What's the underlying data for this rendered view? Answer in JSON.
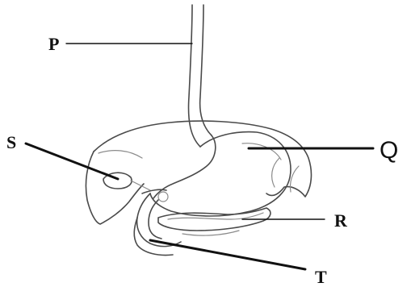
{
  "labels": {
    "p": "P",
    "q": "Q",
    "r": "R",
    "s": "S",
    "t": "T"
  },
  "colors": {
    "ink": "#4a4a4a",
    "label": "#111111",
    "background": "#ffffff"
  }
}
